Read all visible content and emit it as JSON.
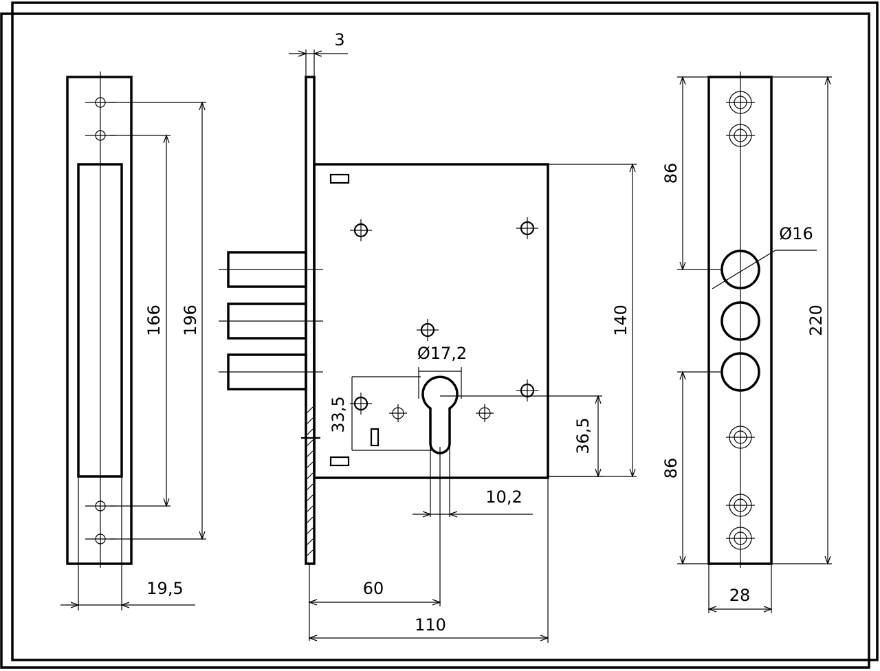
{
  "labels": {
    "thickness_3": "3",
    "hole_spacing_166": "166",
    "hole_spacing_196": "196",
    "strike_width_19_5": "19,5",
    "cylinder_dia": "Ø17,2",
    "height_140": "140",
    "offset_33_5": "33,5",
    "offset_36_5": "36,5",
    "slot_10_2": "10,2",
    "backset_60": "60",
    "case_110": "110",
    "bolt_dia": "Ø16",
    "spacing_86_top": "86",
    "spacing_86_bottom": "86",
    "length_220": "220",
    "width_28": "28"
  }
}
